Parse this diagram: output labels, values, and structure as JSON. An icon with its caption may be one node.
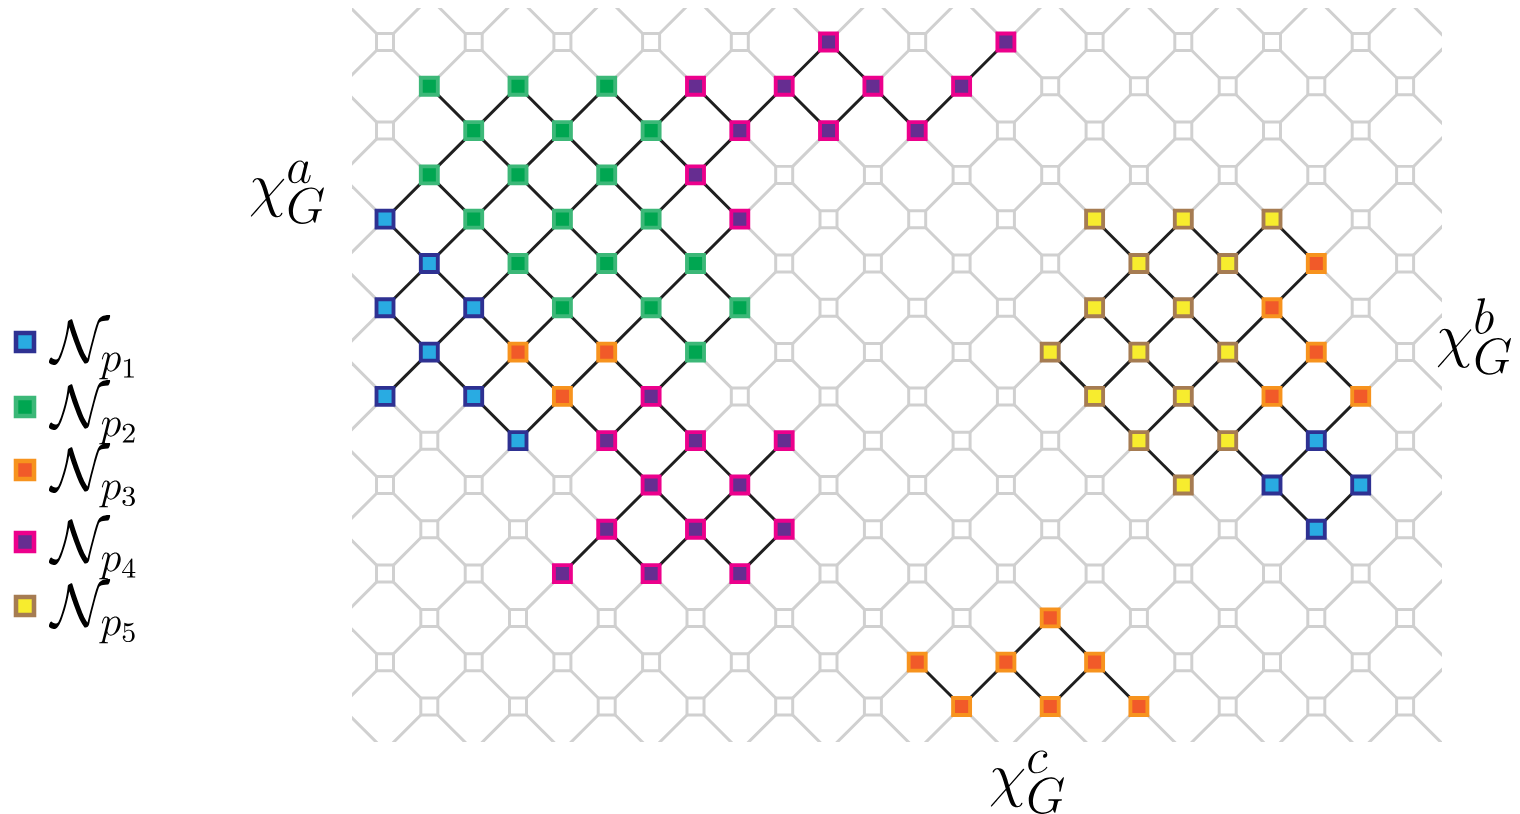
{
  "diagram": {
    "labels": [
      "\\chi_G^a",
      "\\chi_G^b",
      "\\chi_G^c"
    ],
    "legend": [
      {
        "text": "\\mathcal{N}_{p_1}",
        "color": "#29abe2"
      },
      {
        "text": "\\mathcal{N}_{p_2}",
        "color": "#00a651"
      },
      {
        "text": "\\mathcal{N}_{p_3}",
        "color": "#f15a29"
      },
      {
        "text": "\\mathcal{N}_{p_4}",
        "color": "#662d91"
      },
      {
        "text": "\\mathcal{N}_{p_5}",
        "color": "#f7ec2e"
      }
    ]
  }
}
